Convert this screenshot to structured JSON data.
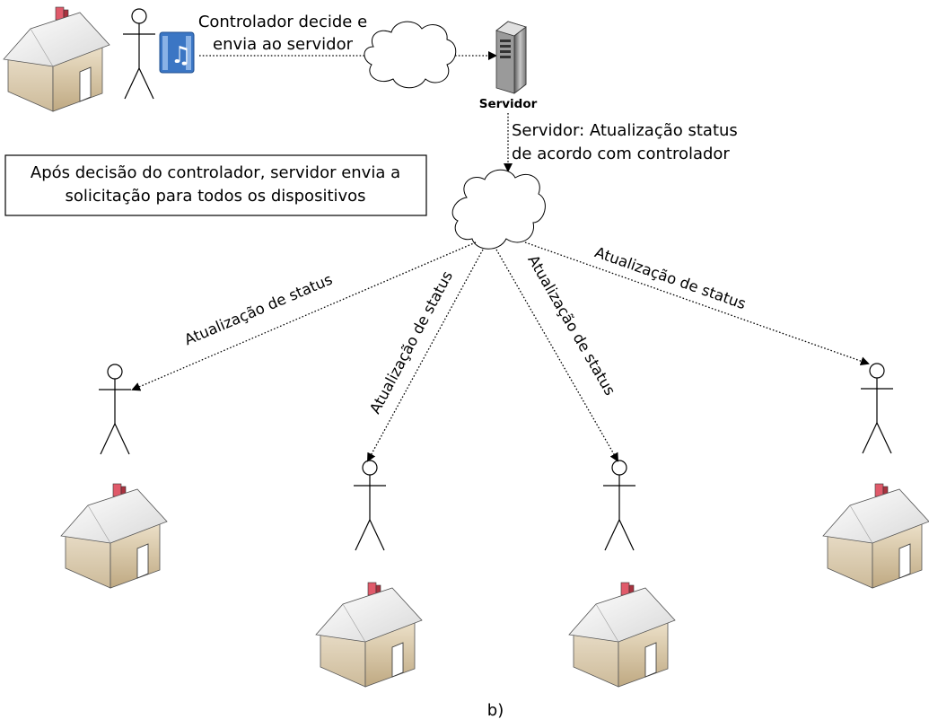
{
  "controller_label": [
    "Controlador decide e",
    "envia ao servidor"
  ],
  "server_name": "Servidor",
  "server_update_label": [
    "Servidor: Atualização status",
    "de acordo com controlador"
  ],
  "note_box": [
    "Após decisão do controlador, servidor envia a",
    "solicitação para todos os dispositivos"
  ],
  "link_labels": {
    "left": "Atualização de status",
    "center_left": "Atualização de status",
    "center_right": "Atualização de status",
    "right": "Atualização de status"
  },
  "caption": "b)",
  "icons": [
    "house-icon",
    "stick-figure-icon",
    "media-file-icon",
    "cloud-icon",
    "server-icon"
  ]
}
